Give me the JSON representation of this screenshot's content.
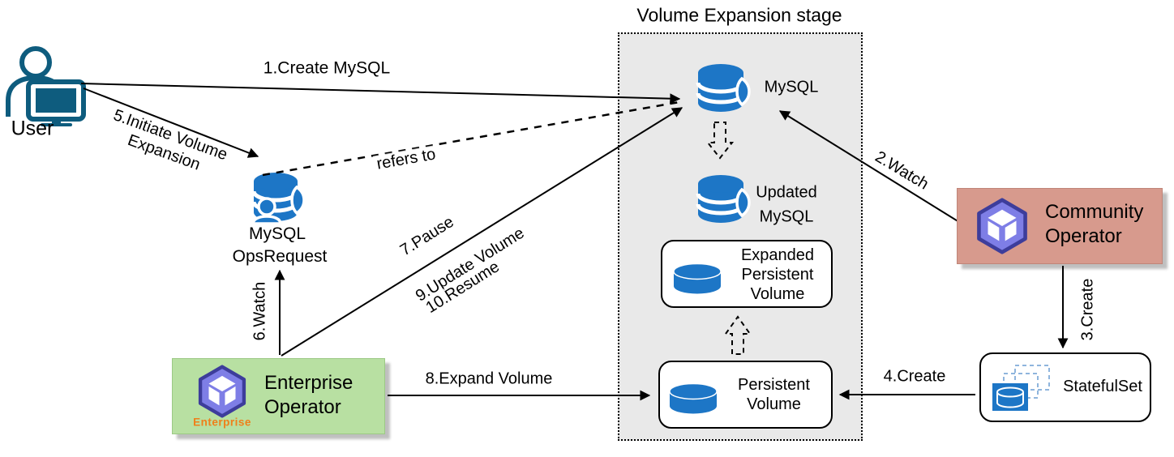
{
  "title": "Volume Expansion stage",
  "colors": {
    "database_blue": "#1d76c6",
    "user_teal": "#0e5c7e",
    "stage_background": "#e9e9e9",
    "community_operator_background": "#d79a8d",
    "enterprise_operator_background": "#b8e0a2",
    "operator_cube_fill": "#7e7ee6",
    "operator_cube_stroke": "#3d3d9b",
    "statefulset_dashed_blue": "#8fb5dd",
    "enterprise_badge_orange": "#ef7f1a"
  },
  "icons": {
    "user": "user-with-monitor-icon",
    "mysql": "mysql-database-icon",
    "mysql_opsrequest": "mysql-opsrequest-database-user-icon",
    "updated_mysql": "mysql-database-icon",
    "volume": "volume-cylinder-icon",
    "operator": "kubedb-cube-hexagon-icon",
    "statefulset": "statefulset-stacked-pods-icon",
    "transition": "dashed-hollow-arrow-icon"
  },
  "nodes": {
    "user": {
      "label": "User"
    },
    "mysql_opsrequest": {
      "label_line1": "MySQL",
      "label_line2": "OpsRequest"
    },
    "mysql": {
      "label": "MySQL"
    },
    "updated_mysql": {
      "label_line1": "Updated",
      "label_line2": "MySQL"
    },
    "expanded_pv": {
      "label_line1": "Expanded",
      "label_line2": "Persistent",
      "label_line3": "Volume"
    },
    "persistent_volume": {
      "label_line1": "Persistent",
      "label_line2": "Volume"
    },
    "community_operator": {
      "label_line1": "Community",
      "label_line2": "Operator"
    },
    "stateful_set": {
      "label": "StatefulSet"
    },
    "enterprise_operator": {
      "label_line1": "Enterprise",
      "label_line2": "Operator",
      "badge": "Enterprise"
    }
  },
  "edges": {
    "create_mysql": "1.Create MySQL",
    "watch_community": "2.Watch",
    "create_statefulset": "3.Create",
    "create_pv": "4.Create",
    "initiate_volume_line1": "5.Initiate Volume",
    "initiate_volume_line2": "Expansion",
    "watch_enterprise": "6.Watch",
    "pause": "7.Pause",
    "expand_volume": "8.Expand Volume",
    "update_volume": "9.Update Volume",
    "resume": "10.Resume",
    "refers_to": "refers to"
  }
}
